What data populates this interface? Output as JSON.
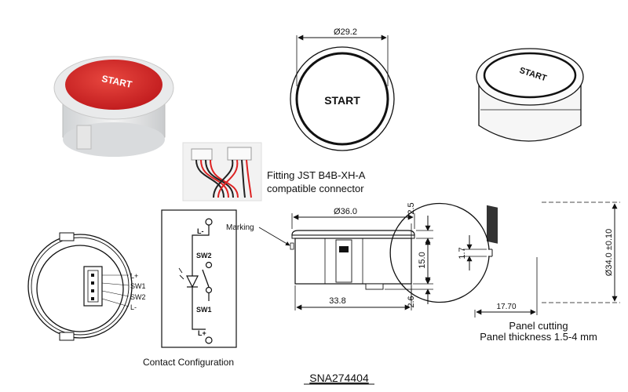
{
  "photo_front": {
    "label": "START"
  },
  "top_view": {
    "diameter": "Ø29.2",
    "label": "START"
  },
  "iso_view": {
    "label": "START"
  },
  "connector": {
    "line1": "Fitting JST B4B-XH-A",
    "line2": "compatible connector"
  },
  "bottom_view": {
    "pins": [
      "L+",
      "SW1",
      "SW2",
      "L-"
    ]
  },
  "contact": {
    "caption": "Contact Configuration",
    "l_minus": "L-",
    "sw2": "SW2",
    "sw1": "SW1",
    "l_plus": "L+"
  },
  "side_view": {
    "marking": "Marking",
    "diameter": "Ø36.0",
    "width": "33.8",
    "dim_top": "2.5",
    "dim_mid": "15.0",
    "dim_bottom": "2.6"
  },
  "panel": {
    "diameter": "Ø34.0 ±0.10",
    "notch": "1.7",
    "offset": "17.70",
    "caption1": "Panel cutting",
    "caption2": "Panel thickness 1.5-4 mm"
  },
  "part_number": "SNA274404",
  "colors": {
    "button_red": "#d8282a",
    "line": "#111111"
  }
}
